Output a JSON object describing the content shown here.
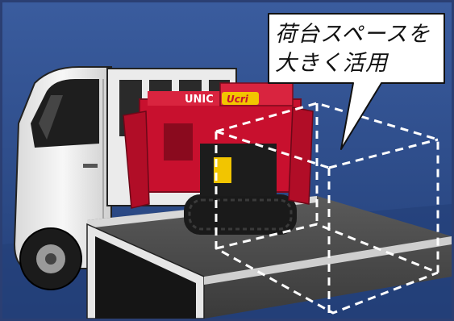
{
  "callout": {
    "line1": "荷台スペースを",
    "line2": "大きく活用"
  },
  "crane": {
    "brand": "UNIC",
    "model_badge": "Ucri"
  },
  "colors": {
    "background": "#2e4f8f",
    "background_band": "#233f78",
    "truck_body": "#f2f2f2",
    "truck_outline": "#222222",
    "crane_red": "#c8102e",
    "crawler_black": "#1a1a1a",
    "bed_surface": "#4a4a4a",
    "dashed_outline": "#ffffff",
    "bubble_fill": "#ffffff"
  }
}
